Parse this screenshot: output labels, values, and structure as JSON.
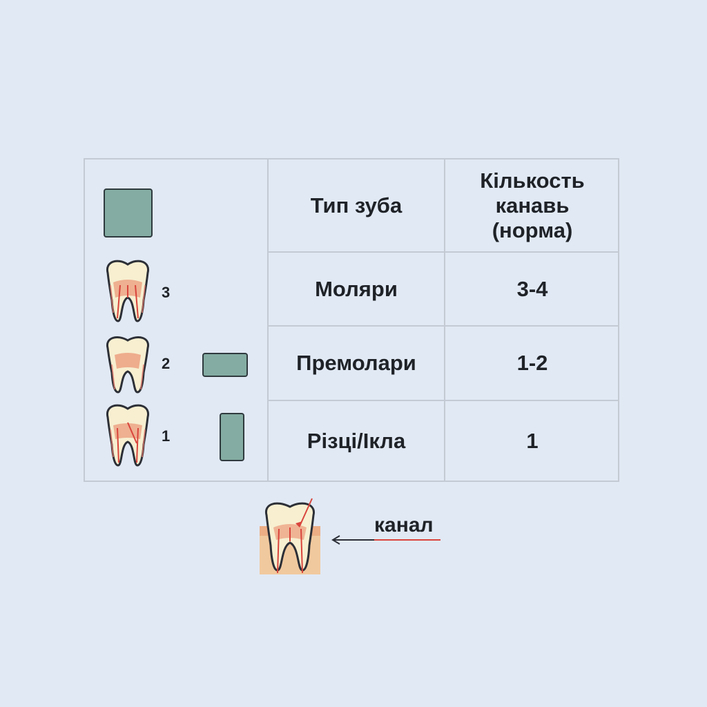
{
  "table": {
    "headers": {
      "type": "Тип зуба",
      "count": [
        "Кількость",
        "канавь",
        "(норма)"
      ]
    },
    "rows": [
      {
        "type": "Моляри",
        "count": "3-4",
        "legend_number": "3"
      },
      {
        "type": "Премолари",
        "count": "1-2",
        "legend_number": "2"
      },
      {
        "type": "Різці/Ікла",
        "count": "1",
        "legend_number": "1"
      }
    ]
  },
  "annotation": {
    "label": "канал"
  },
  "colors": {
    "background": "#e1e9f4",
    "grid": "#c4cad3",
    "swatch": "#84aca2",
    "enamel": "#f7efd0",
    "pulp": "#eca585",
    "canal_line": "#d9443c",
    "gum": "#f3c38e"
  }
}
